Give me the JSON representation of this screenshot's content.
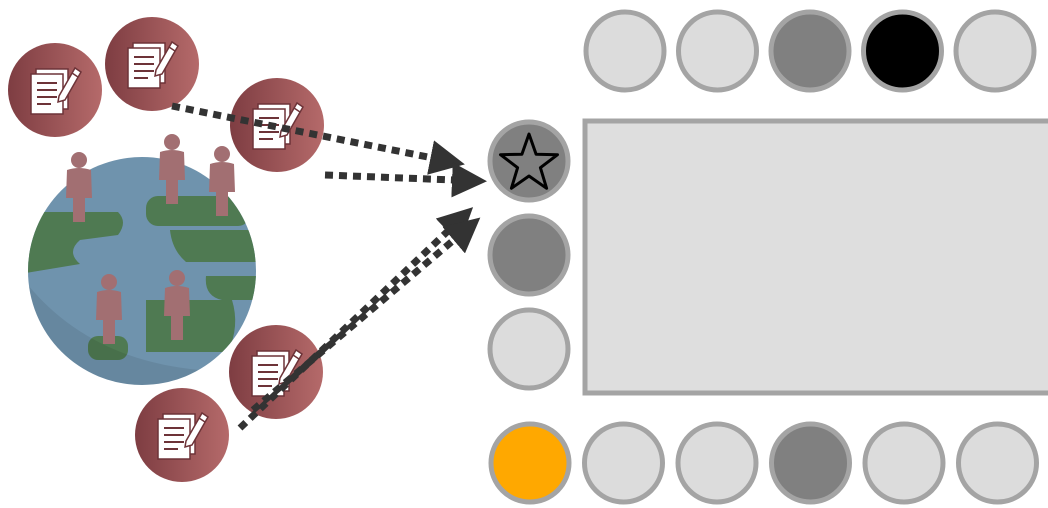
{
  "colors": {
    "doc_badge_light": "#b56a6a",
    "doc_badge_dark": "#7e3d42",
    "globe_ocean": "#6f93ad",
    "globe_ocean_shade": "#5f8099",
    "globe_land": "#4f7a52",
    "person": "#a26f72",
    "arrow": "#333333",
    "slot_light": "#dcdcdc",
    "slot_mid": "#808080",
    "slot_black": "#000000",
    "slot_orange": "#ffa800",
    "slot_border": "#a4a4a4",
    "board_fill": "#dedede"
  },
  "slots": {
    "top_row": [
      "light",
      "light",
      "mid",
      "black",
      "light"
    ],
    "left_column": [
      "mid-star",
      "mid",
      "light"
    ],
    "bottom_row": [
      "orange",
      "light",
      "light",
      "mid",
      "light",
      "light"
    ]
  },
  "icons": {
    "document": "document-edit-icon",
    "person": "person-icon",
    "globe": "globe-icon",
    "star": "star-icon"
  }
}
